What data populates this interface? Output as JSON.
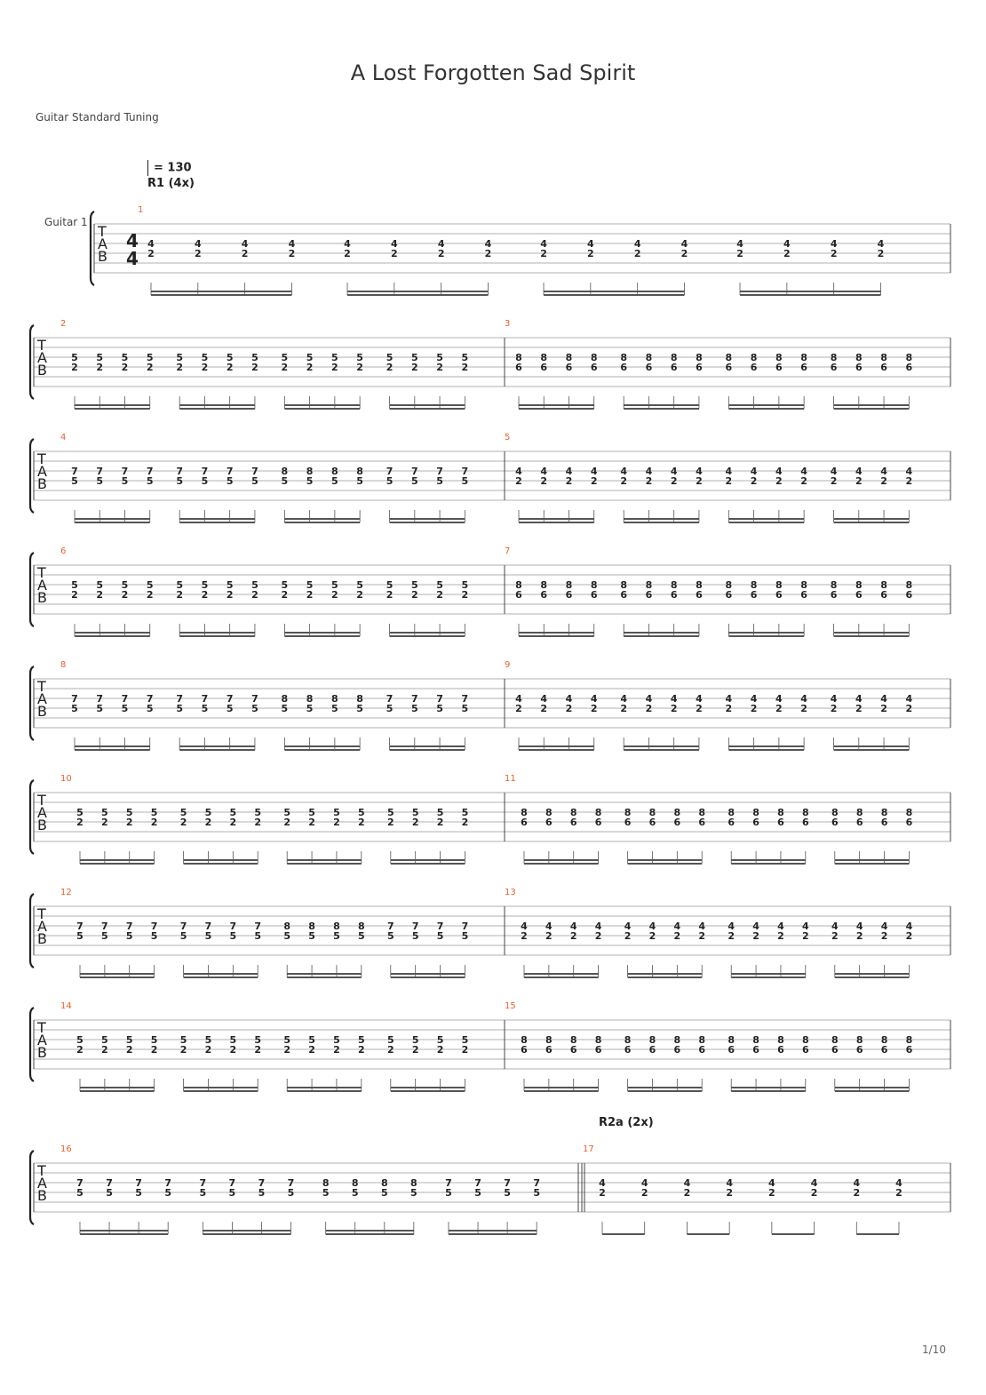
{
  "title": "A Lost Forgotten Sad Spirit",
  "tuning": "Guitar Standard Tuning",
  "tempo": "= 130",
  "track_name": "Guitar 1",
  "time_signature": [
    "4",
    "4"
  ],
  "clef": [
    "T",
    "A",
    "B"
  ],
  "repeats": [
    {
      "label": "R1 (4x)",
      "bar": 1
    },
    {
      "label": "R2a (2x)",
      "bar": 17
    }
  ],
  "page_number": "1/10",
  "accent_color": "#e8622c",
  "bars": [
    {
      "n": "1",
      "top": "4",
      "bottom": "2",
      "notes": 16
    },
    {
      "n": "2",
      "top": "5",
      "bottom": "2",
      "notes": 16
    },
    {
      "n": "3",
      "top": "8",
      "bottom": "6",
      "notes": 16
    },
    {
      "n": "4",
      "pattern": [
        [
          "7",
          "5"
        ],
        [
          "7",
          "5"
        ],
        [
          "7",
          "5"
        ],
        [
          "7",
          "5"
        ],
        [
          "7",
          "5"
        ],
        [
          "7",
          "5"
        ],
        [
          "7",
          "5"
        ],
        [
          "7",
          "5"
        ],
        [
          "8",
          "5"
        ],
        [
          "8",
          "5"
        ],
        [
          "8",
          "5"
        ],
        [
          "8",
          "5"
        ],
        [
          "7",
          "5"
        ],
        [
          "7",
          "5"
        ],
        [
          "7",
          "5"
        ],
        [
          "7",
          "5"
        ]
      ]
    },
    {
      "n": "5",
      "top": "4",
      "bottom": "2",
      "notes": 16
    },
    {
      "n": "6",
      "top": "5",
      "bottom": "2",
      "notes": 16
    },
    {
      "n": "7",
      "top": "8",
      "bottom": "6",
      "notes": 16
    },
    {
      "n": "8",
      "pattern": [
        [
          "7",
          "5"
        ],
        [
          "7",
          "5"
        ],
        [
          "7",
          "5"
        ],
        [
          "7",
          "5"
        ],
        [
          "7",
          "5"
        ],
        [
          "7",
          "5"
        ],
        [
          "7",
          "5"
        ],
        [
          "7",
          "5"
        ],
        [
          "8",
          "5"
        ],
        [
          "8",
          "5"
        ],
        [
          "8",
          "5"
        ],
        [
          "8",
          "5"
        ],
        [
          "7",
          "5"
        ],
        [
          "7",
          "5"
        ],
        [
          "7",
          "5"
        ],
        [
          "7",
          "5"
        ]
      ]
    },
    {
      "n": "9",
      "top": "4",
      "bottom": "2",
      "notes": 16
    },
    {
      "n": "10",
      "top": "5",
      "bottom": "2",
      "notes": 16
    },
    {
      "n": "11",
      "top": "8",
      "bottom": "6",
      "notes": 16
    },
    {
      "n": "12",
      "pattern": [
        [
          "7",
          "5"
        ],
        [
          "7",
          "5"
        ],
        [
          "7",
          "5"
        ],
        [
          "7",
          "5"
        ],
        [
          "7",
          "5"
        ],
        [
          "7",
          "5"
        ],
        [
          "7",
          "5"
        ],
        [
          "7",
          "5"
        ],
        [
          "8",
          "5"
        ],
        [
          "8",
          "5"
        ],
        [
          "8",
          "5"
        ],
        [
          "8",
          "5"
        ],
        [
          "7",
          "5"
        ],
        [
          "7",
          "5"
        ],
        [
          "7",
          "5"
        ],
        [
          "7",
          "5"
        ]
      ]
    },
    {
      "n": "13",
      "top": "4",
      "bottom": "2",
      "notes": 16
    },
    {
      "n": "14",
      "top": "5",
      "bottom": "2",
      "notes": 16
    },
    {
      "n": "15",
      "top": "8",
      "bottom": "6",
      "notes": 16
    },
    {
      "n": "16",
      "pattern": [
        [
          "7",
          "5"
        ],
        [
          "7",
          "5"
        ],
        [
          "7",
          "5"
        ],
        [
          "7",
          "5"
        ],
        [
          "7",
          "5"
        ],
        [
          "7",
          "5"
        ],
        [
          "7",
          "5"
        ],
        [
          "7",
          "5"
        ],
        [
          "8",
          "5"
        ],
        [
          "8",
          "5"
        ],
        [
          "8",
          "5"
        ],
        [
          "8",
          "5"
        ],
        [
          "7",
          "5"
        ],
        [
          "7",
          "5"
        ],
        [
          "7",
          "5"
        ],
        [
          "7",
          "5"
        ]
      ]
    },
    {
      "n": "17",
      "top": "4",
      "bottom": "2",
      "notes": 8
    }
  ]
}
